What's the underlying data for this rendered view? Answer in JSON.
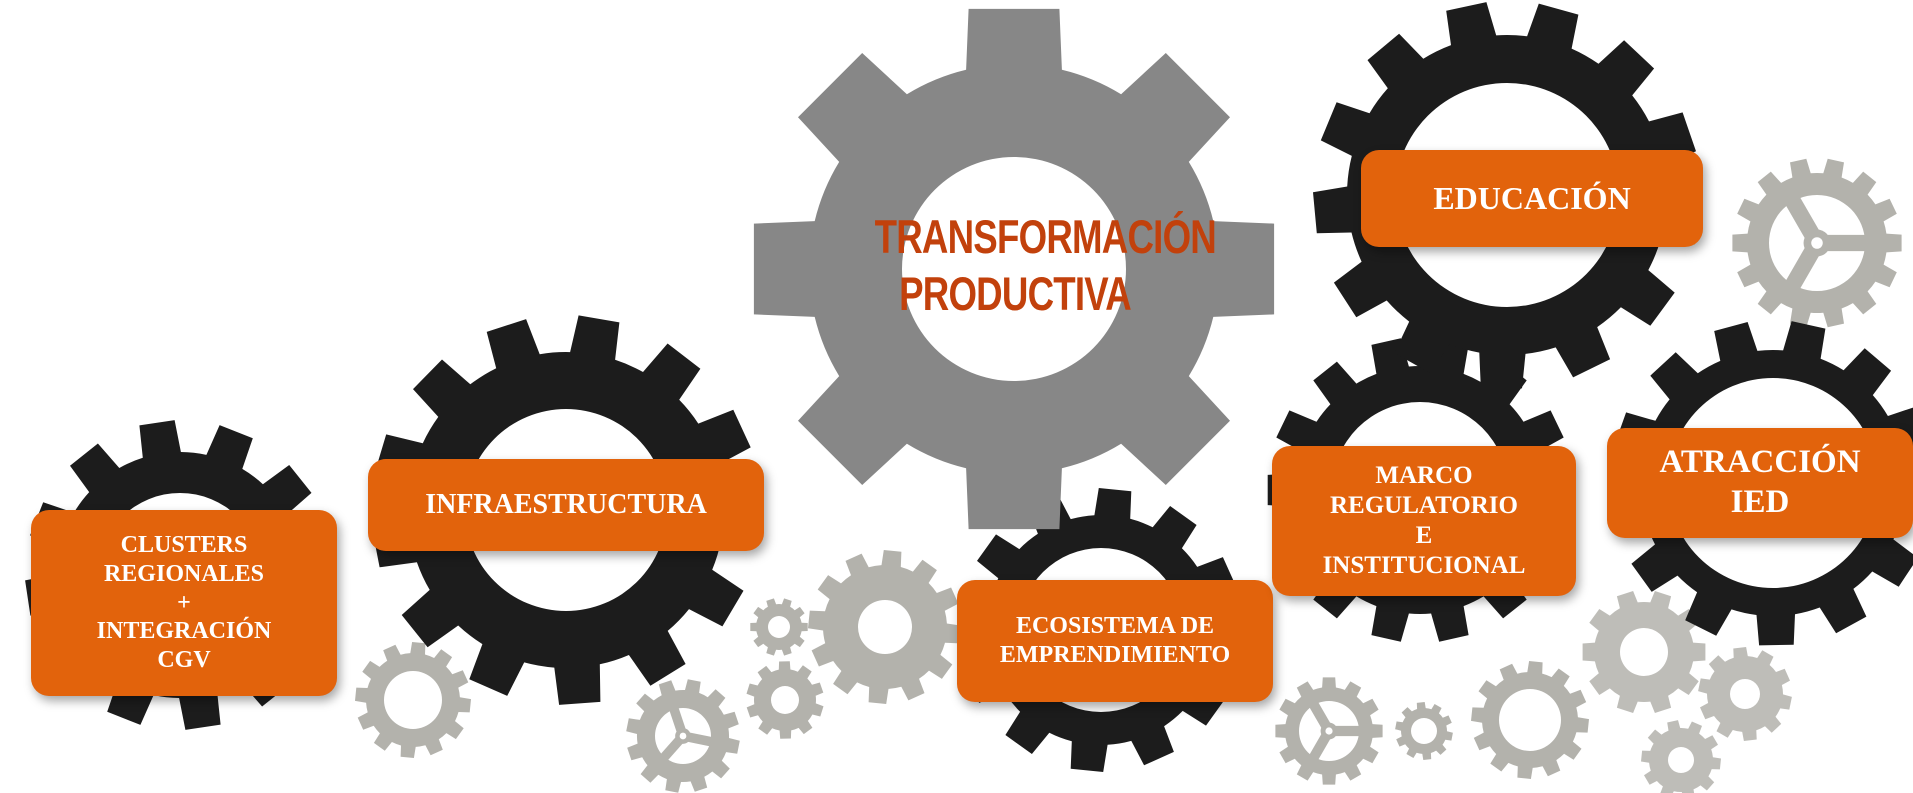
{
  "colors": {
    "box_fill": "#e2630c",
    "box_text": "#ffffff",
    "title_text": "#c2410c",
    "gear_black": "#1c1c1c",
    "gear_gray": "#878787",
    "gear_light": "#b3b2ac"
  },
  "center": {
    "line1": "TRANSFORMACIÓN",
    "line2": "PRODUCTIVA"
  },
  "boxes": {
    "clusters": {
      "line1": "CLUSTERS",
      "line2": "REGIONALES",
      "line3": "+",
      "line4": "INTEGRACIÓN",
      "line5": "CGV"
    },
    "infraestructura": {
      "line1": "INFRAESTRUCTURA"
    },
    "ecosistema": {
      "line1": "ECOSISTEMA DE",
      "line2": "EMPRENDIMIENTO"
    },
    "marco": {
      "line1": "MARCO",
      "line2": "REGULATORIO",
      "line3": "E",
      "line4": "INSTITUCIONAL"
    },
    "educacion": {
      "line1": "EDUCACIÓN"
    },
    "atraccion": {
      "line1": "ATRACCIÓN",
      "line2": "IED"
    }
  }
}
